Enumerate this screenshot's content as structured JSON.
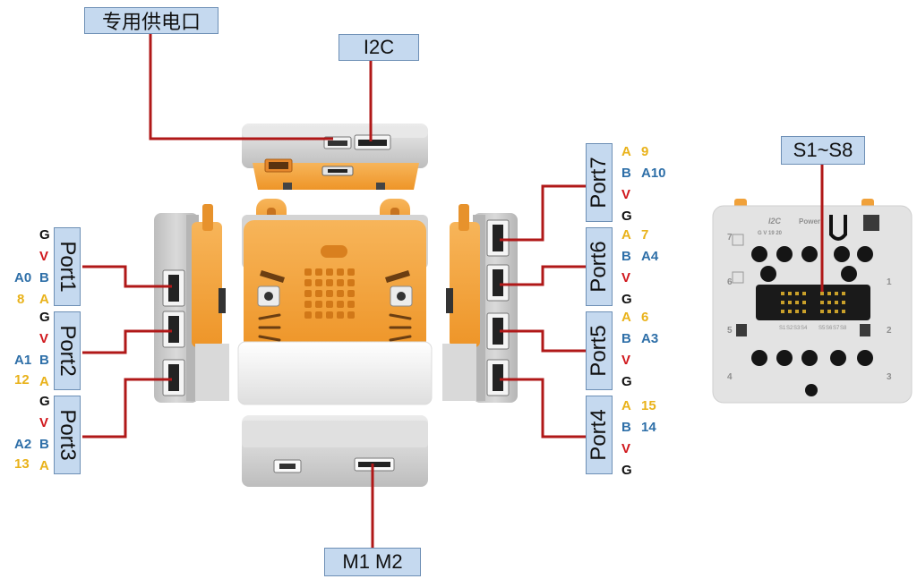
{
  "labels": {
    "power": "专用供电口",
    "i2c": "I2C",
    "motor": "M1 M2",
    "servo": "S1~S8"
  },
  "ports": {
    "port1": "Port1",
    "port2": "Port2",
    "port3": "Port3",
    "port4": "Port4",
    "port5": "Port5",
    "port6": "Port6",
    "port7": "Port7"
  },
  "pins": {
    "G": "G",
    "V": "V",
    "B": "B",
    "A": "A",
    "port1_B": "A0",
    "port1_A": "8",
    "port2_B": "A1",
    "port2_A": "12",
    "port3_B": "A2",
    "port3_A": "13",
    "port4_A": "15",
    "port4_B": "14",
    "port5_A": "6",
    "port5_B": "A3",
    "port6_A": "7",
    "port6_B": "A4",
    "port7_A": "9",
    "port7_B": "A10"
  },
  "board_silkscreen": {
    "i2c": "I2C",
    "i2c_pins": "G V 19 20",
    "power": "Power",
    "servo_labels": [
      "S1",
      "S2",
      "S3",
      "S4",
      "S5",
      "S6",
      "S7",
      "S8"
    ],
    "corner_1": "1",
    "corner_2": "2",
    "corner_3": "3",
    "corner_4": "4",
    "corner_7": "7",
    "corner_6": "6",
    "corner_5": "5"
  },
  "colors": {
    "wire": "#b01818",
    "label_bg": "#c5d9ef",
    "label_border": "#6d8fb5",
    "orange": "#f4a23c",
    "gray_shell": "#cfcfcf",
    "pin_G": "#111111",
    "pin_V": "#d0161b",
    "pin_B": "#2e6fa8",
    "pin_A": "#e9b21a"
  }
}
